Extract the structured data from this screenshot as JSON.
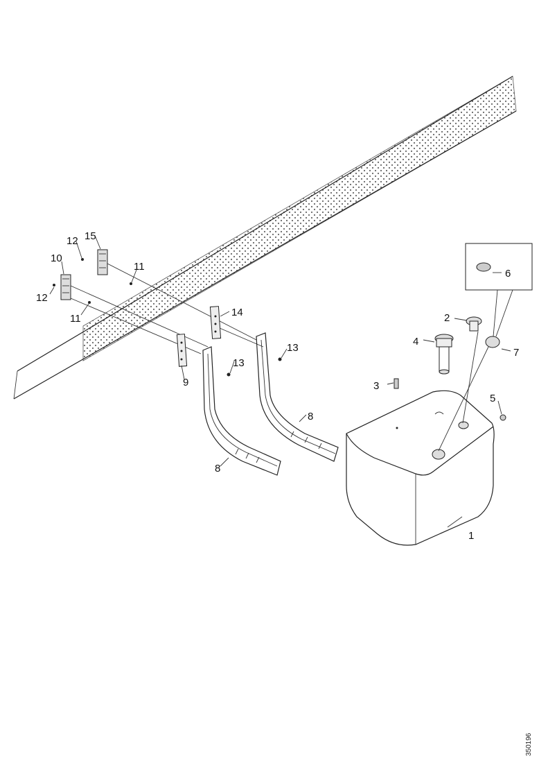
{
  "reference_code": "350196",
  "colors": {
    "ink": "#222222",
    "background": "#ffffff"
  },
  "labels": {
    "p1": "1",
    "p2": "2",
    "p3": "3",
    "p4": "4",
    "p5": "5",
    "p6": "6",
    "p7": "7",
    "p8a": "8",
    "p8b": "8",
    "p9": "9",
    "p10": "10",
    "p11a": "11",
    "p11b": "11",
    "p12a": "12",
    "p12b": "12",
    "p13a": "13",
    "p13b": "13",
    "p14": "14",
    "p15": "15"
  }
}
